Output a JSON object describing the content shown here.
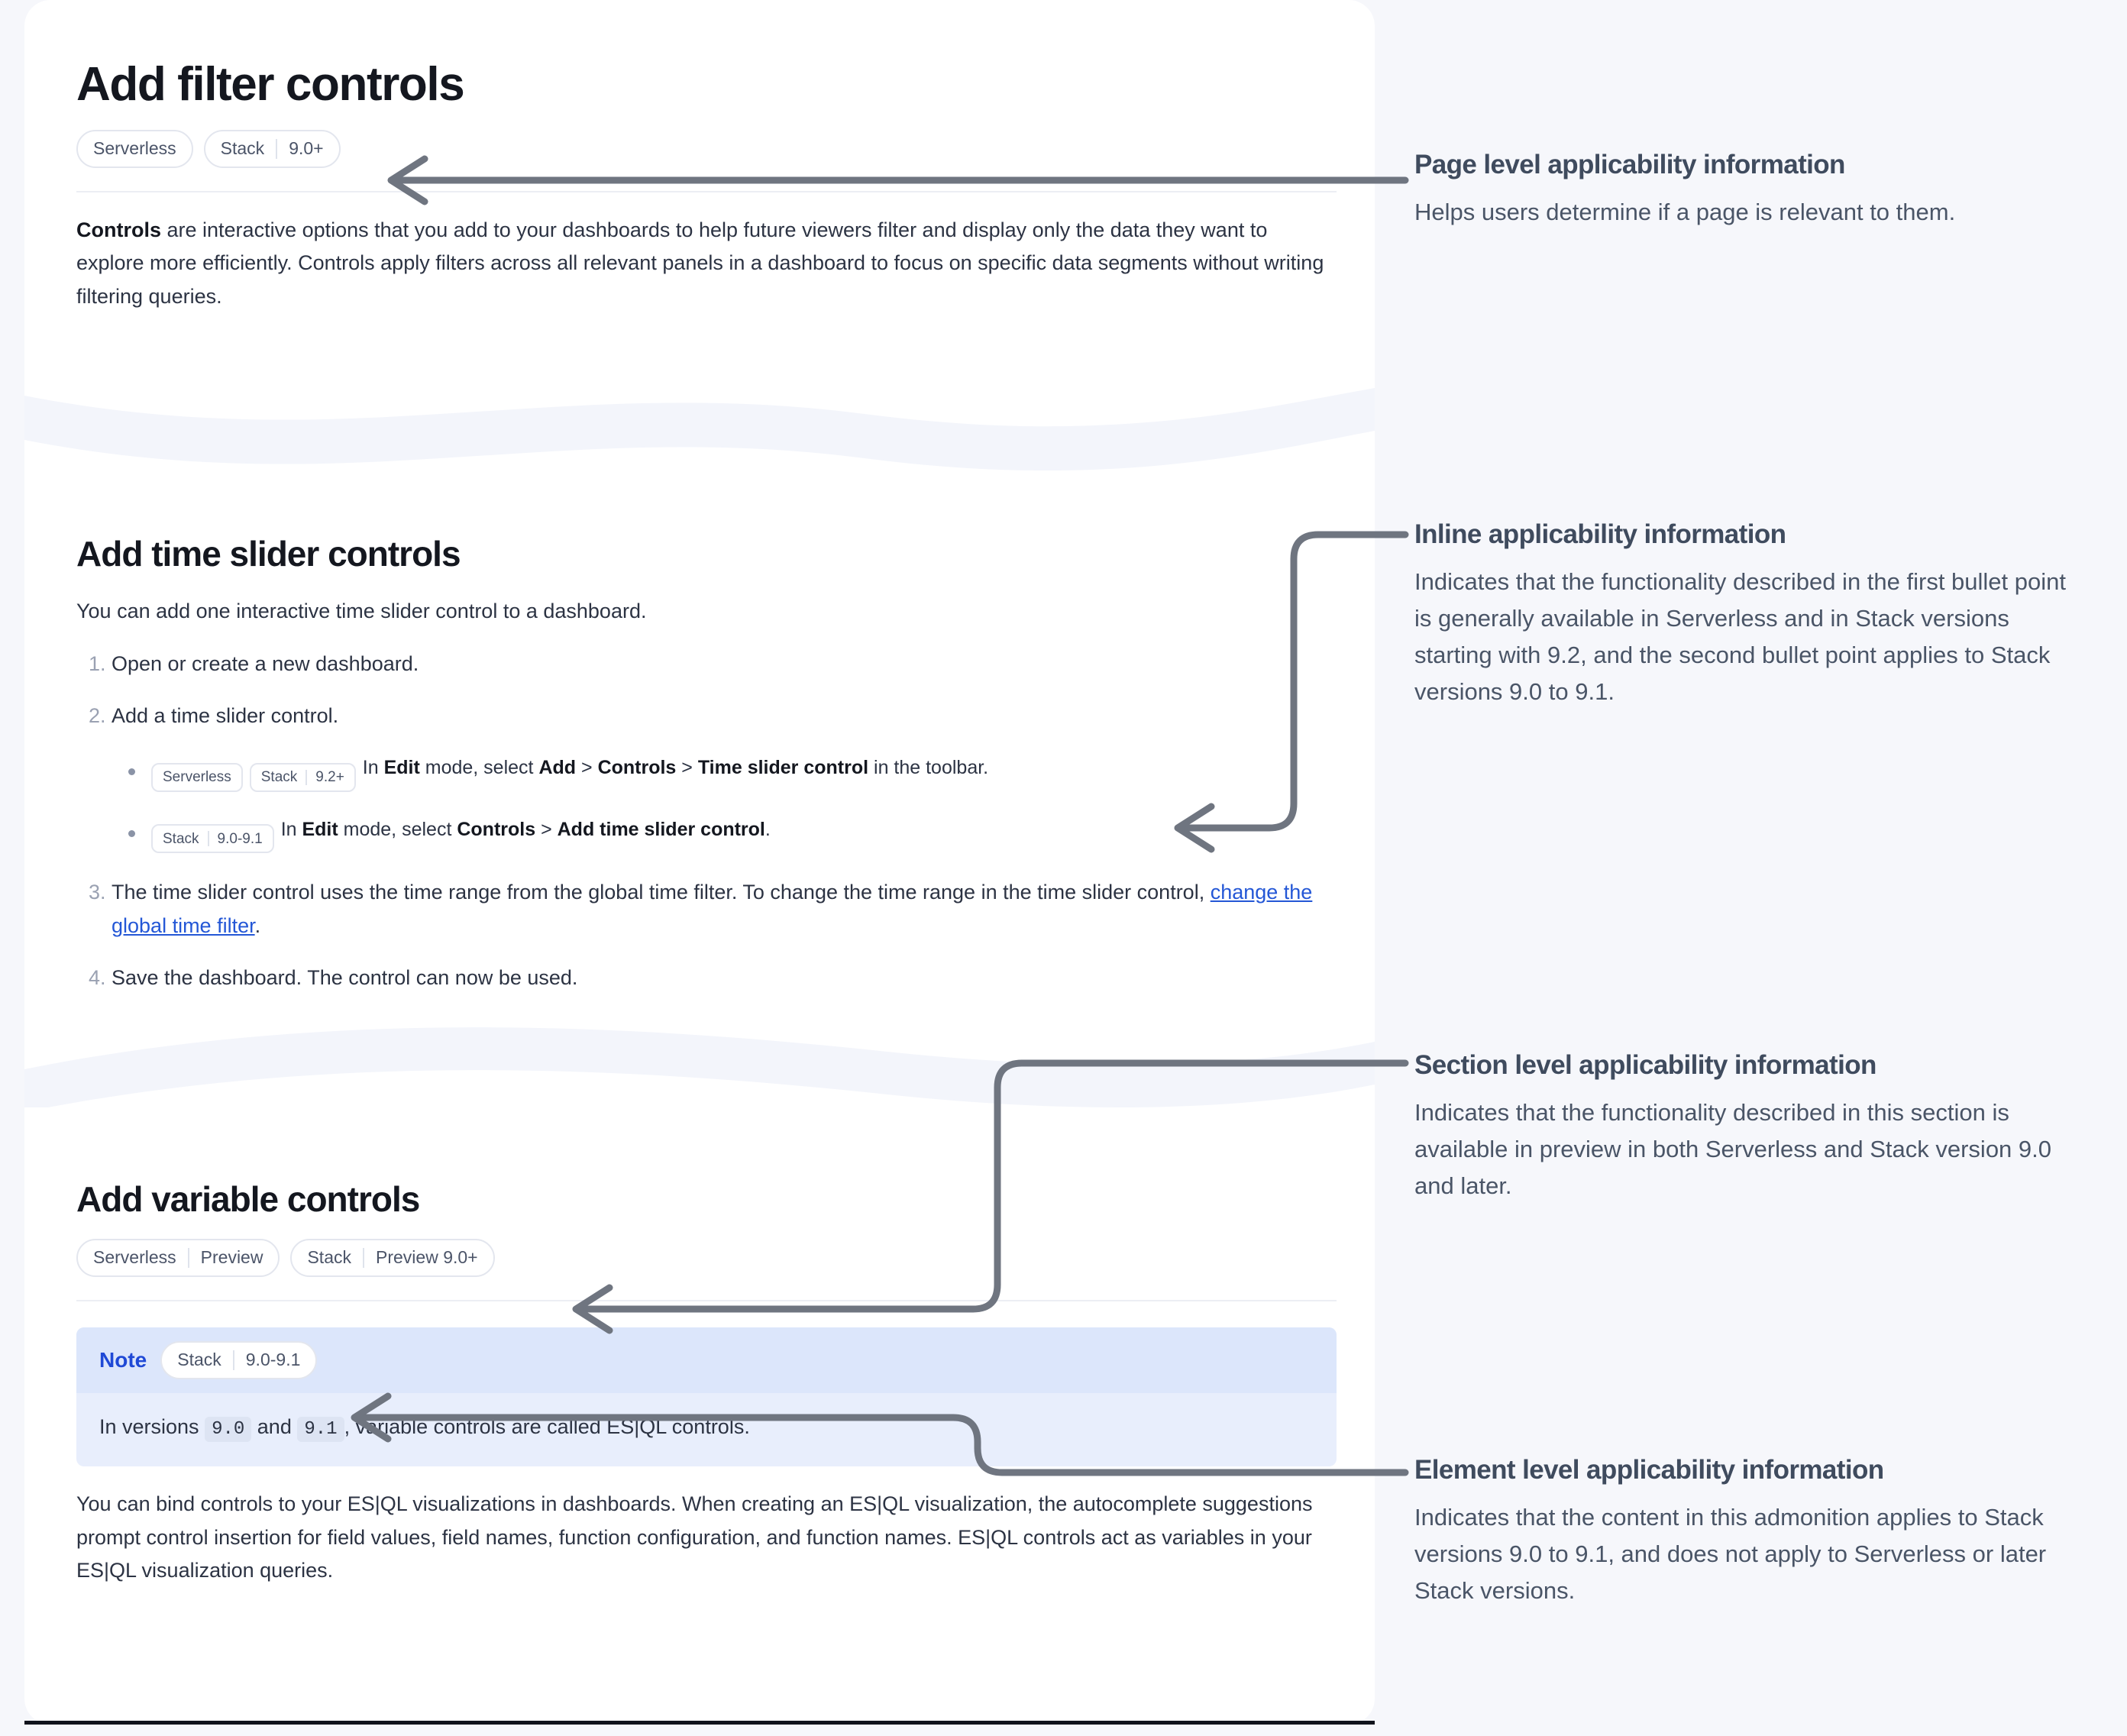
{
  "colors": {
    "page_bg": "#f6f7fb",
    "panel_bg": "#ffffff",
    "badge_border": "#e3e6ee",
    "badge_text": "#4b5468",
    "link": "#2457d6",
    "note_header_bg": "#dce6fb",
    "note_body_bg": "#e8eefc",
    "note_label": "#1f49d6",
    "connector": "#6f7580",
    "annotation_title": "#3f4b5e",
    "annotation_text": "#4a5567"
  },
  "doc": {
    "page_title": "Add filter controls",
    "page_badges": [
      {
        "name": "Serverless",
        "value": ""
      },
      {
        "name": "Stack",
        "value": "9.0+"
      }
    ],
    "intro": {
      "lead": "Controls",
      "rest": " are interactive options that you add to your dashboards to help future viewers filter and display only the data they want to explore more efficiently. Controls apply filters across all relevant panels in a dashboard to focus on specific data segments without writing filtering queries."
    },
    "section_time_slider": {
      "title": "Add time slider controls",
      "intro": "You can add one interactive time slider control to a dashboard.",
      "steps": [
        {
          "text": "Open or create a new dashboard."
        },
        {
          "text": "Add a time slider control.",
          "bullets": [
            {
              "badges": [
                {
                  "name": "Serverless",
                  "value": ""
                },
                {
                  "name": "Stack",
                  "value": "9.2+"
                }
              ],
              "parts": [
                {
                  "t": "In ",
                  "b": false
                },
                {
                  "t": "Edit",
                  "b": true
                },
                {
                  "t": " mode, select ",
                  "b": false
                },
                {
                  "t": "Add",
                  "b": true
                },
                {
                  "t": " > ",
                  "b": false
                },
                {
                  "t": "Controls",
                  "b": true
                },
                {
                  "t": " > ",
                  "b": false
                },
                {
                  "t": "Time slider control",
                  "b": true
                },
                {
                  "t": " in the toolbar.",
                  "b": false
                }
              ]
            },
            {
              "badges": [
                {
                  "name": "Stack",
                  "value": "9.0-9.1"
                }
              ],
              "parts": [
                {
                  "t": "In ",
                  "b": false
                },
                {
                  "t": "Edit",
                  "b": true
                },
                {
                  "t": " mode, select ",
                  "b": false
                },
                {
                  "t": "Controls",
                  "b": true
                },
                {
                  "t": " > ",
                  "b": false
                },
                {
                  "t": "Add time slider control",
                  "b": true
                },
                {
                  "t": ".",
                  "b": false
                }
              ]
            }
          ]
        },
        {
          "text_before_link": "The time slider control uses the time range from the global time filter. To change the time range in the time slider control, ",
          "link_text": "change the global time filter",
          "text_after_link": "."
        },
        {
          "text": "Save the dashboard. The control can now be used."
        }
      ]
    },
    "section_variable": {
      "title": "Add variable controls",
      "badges": [
        {
          "name": "Serverless",
          "value": "Preview"
        },
        {
          "name": "Stack",
          "value": "Preview 9.0+"
        }
      ],
      "note": {
        "label": "Note",
        "badge": {
          "name": "Stack",
          "value": "9.0-9.1"
        },
        "body_parts": [
          {
            "t": "In versions ",
            "code": false
          },
          {
            "t": "9.0",
            "code": true
          },
          {
            "t": " and ",
            "code": false
          },
          {
            "t": "9.1",
            "code": true
          },
          {
            "t": ", variable controls are called ES|QL controls.",
            "code": false
          }
        ]
      },
      "paragraph": "You can bind controls to your ES|QL visualizations in dashboards. When creating an ES|QL visualization, the autocomplete suggestions prompt control insertion for field values, field names, function configuration, and function names. ES|QL controls act as variables in your ES|QL visualization queries."
    }
  },
  "annotations": [
    {
      "title": "Page level applicability information",
      "text": "Helps users determine if a page is relevant to them."
    },
    {
      "title": "Inline applicability information",
      "text": "Indicates that the functionality described in the first bullet point is generally available in Serverless and in Stack versions starting with 9.2, and the second bullet point applies to Stack versions 9.0 to 9.1."
    },
    {
      "title": "Section level applicability information",
      "text": "Indicates that the functionality described in this section is available in preview in both Serverless and Stack version 9.0 and later."
    },
    {
      "title": "Element level applicability information",
      "text": "Indicates that the content in this admonition applies to Stack versions 9.0 to 9.1, and does not apply to Serverless or later Stack versions."
    }
  ]
}
